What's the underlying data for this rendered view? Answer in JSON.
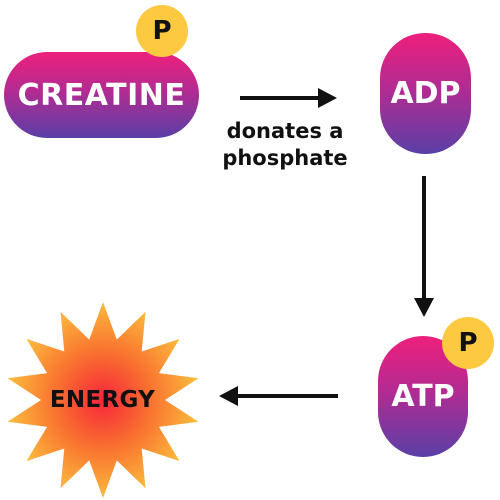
{
  "nodes": {
    "creatine": {
      "label": "CREATINE",
      "badge": "P"
    },
    "adp": {
      "label": "ADP"
    },
    "atp": {
      "label": "ATP",
      "badge": "P"
    },
    "energy": {
      "label": "ENERGY"
    }
  },
  "edges": {
    "creatine_to_adp": {
      "label_line1": "donates a",
      "label_line2": "phosphate"
    }
  },
  "colors": {
    "pill_gradient_top": "#ee1f7c",
    "pill_gradient_bottom": "#5a3fa6",
    "badge": "#fcc940",
    "burst_center": "#f7263b",
    "burst_edge": "#fcc940",
    "arrow": "#111111"
  }
}
